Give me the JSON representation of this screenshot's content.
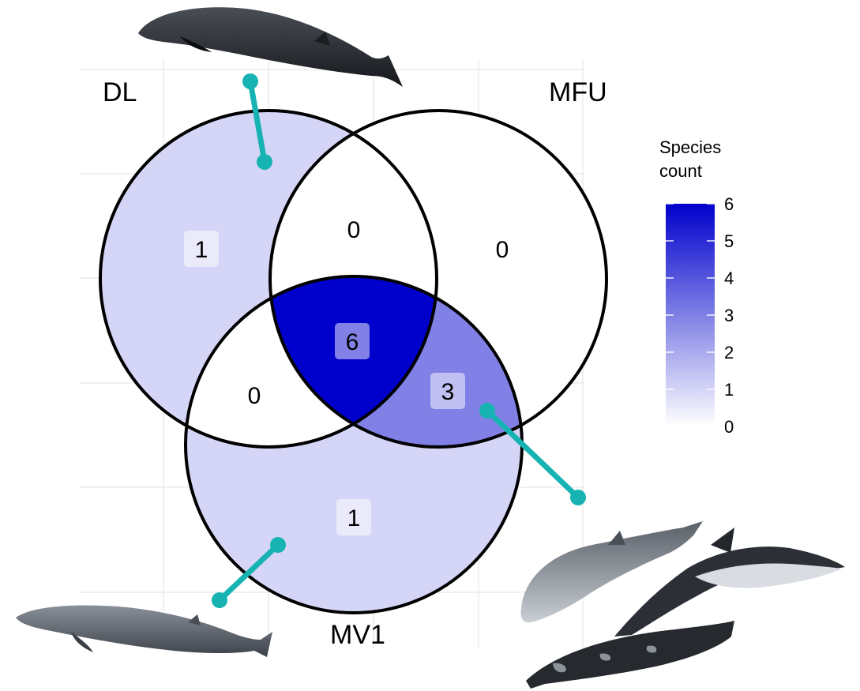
{
  "chart_data": {
    "type": "venn",
    "sets": [
      "DL",
      "MFU",
      "MV1"
    ],
    "regions": [
      {
        "id": "DL_only",
        "sets": [
          "DL"
        ],
        "value": 1
      },
      {
        "id": "MFU_only",
        "sets": [
          "MFU"
        ],
        "value": 0
      },
      {
        "id": "MV1_only",
        "sets": [
          "MV1"
        ],
        "value": 1
      },
      {
        "id": "DL_MFU",
        "sets": [
          "DL",
          "MFU"
        ],
        "value": 0
      },
      {
        "id": "DL_MV1",
        "sets": [
          "DL",
          "MV1"
        ],
        "value": 0
      },
      {
        "id": "MFU_MV1",
        "sets": [
          "MFU",
          "MV1"
        ],
        "value": 3
      },
      {
        "id": "DL_MFU_MV1",
        "sets": [
          "DL",
          "MFU",
          "MV1"
        ],
        "value": 6
      }
    ],
    "legend": {
      "title": "Species count",
      "title_lines": [
        "Species",
        "count"
      ],
      "ticks": [
        "6",
        "5",
        "4",
        "3",
        "2",
        "1",
        "0"
      ],
      "range": [
        0,
        6
      ],
      "color_low": "#ffffff",
      "color_high": "#0000cc",
      "placement": "right"
    },
    "grid": true,
    "illustrations": [
      "beaked-whale-top-left",
      "beaked-whale-bottom-left",
      "porpoise-and-dolphin-group-bottom-right"
    ]
  }
}
